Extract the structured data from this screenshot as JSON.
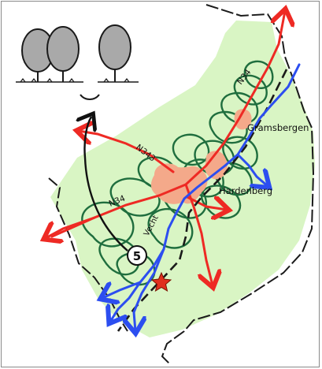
{
  "labels": {
    "road_n34_north": "N34",
    "road_n343": "N343",
    "road_n34_west": "N34",
    "town_gramsbergen": "Gramsbergen",
    "town_hardenberg": "Hardenberg",
    "river_vecht": "Vecht",
    "marker_number": "5"
  },
  "colors": {
    "region_fill": "#d9f5c4",
    "road": "#ee2a24",
    "river": "#2c4ef0",
    "meander_loops": "#1f6e3e",
    "railway": "#1a1a1a",
    "town": "#f4a98a",
    "star": "#e0301e",
    "tree_crown": "#a9a9a9",
    "border": "#1a1a1a"
  },
  "icons": {
    "trees": "tree-icon",
    "marker": "numbered-circle-marker",
    "location": "star-icon"
  }
}
